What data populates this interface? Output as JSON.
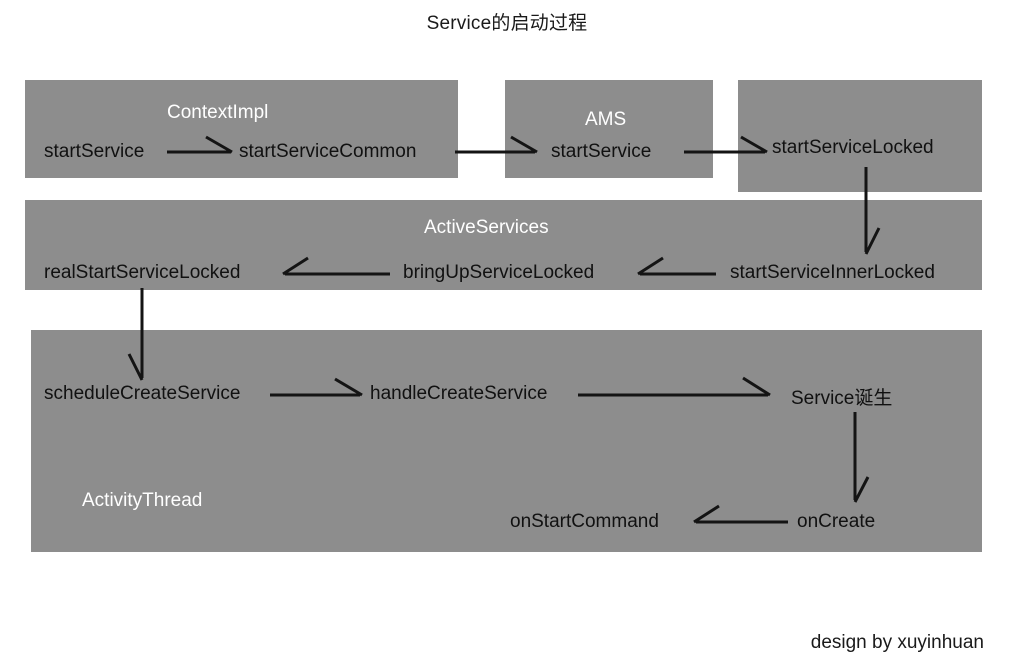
{
  "page": {
    "title": "Service的启动过程",
    "footer": "design by xuyinhuan",
    "background": "#ffffff",
    "box_color": "#8d8d8d",
    "box_title_color": "#ffffff",
    "node_text_color": "#111111",
    "arrow_color": "#141414"
  },
  "groups": [
    {
      "id": "contextimpl",
      "label": "ContextImpl"
    },
    {
      "id": "ams",
      "label": "AMS"
    },
    {
      "id": "startservicelocked_group",
      "label": ""
    },
    {
      "id": "activeservices",
      "label": "ActiveServices"
    },
    {
      "id": "activitythread",
      "label": "ActivityThread"
    }
  ],
  "nodes": [
    {
      "id": "startService",
      "label": "startService",
      "group": "contextimpl"
    },
    {
      "id": "startServiceCommon",
      "label": "startServiceCommon",
      "group": "contextimpl"
    },
    {
      "id": "amsStartService",
      "label": "startService",
      "group": "ams"
    },
    {
      "id": "startServiceLocked",
      "label": "startServiceLocked",
      "group": "startservicelocked_group"
    },
    {
      "id": "startServiceInnerLocked",
      "label": "startServiceInnerLocked",
      "group": "activeservices"
    },
    {
      "id": "bringUpServiceLocked",
      "label": "bringUpServiceLocked",
      "group": "activeservices"
    },
    {
      "id": "realStartServiceLocked",
      "label": "realStartServiceLocked",
      "group": "activeservices"
    },
    {
      "id": "scheduleCreateService",
      "label": "scheduleCreateService",
      "group": "activitythread"
    },
    {
      "id": "handleCreateService",
      "label": "handleCreateService",
      "group": "activitythread"
    },
    {
      "id": "serviceBorn",
      "label": "Service诞生",
      "group": "activitythread"
    },
    {
      "id": "onCreate",
      "label": "onCreate",
      "group": "activitythread"
    },
    {
      "id": "onStartCommand",
      "label": "onStartCommand",
      "group": "activitythread"
    }
  ],
  "edges": [
    {
      "from": "startService",
      "to": "startServiceCommon"
    },
    {
      "from": "startServiceCommon",
      "to": "amsStartService"
    },
    {
      "from": "amsStartService",
      "to": "startServiceLocked"
    },
    {
      "from": "startServiceLocked",
      "to": "startServiceInnerLocked"
    },
    {
      "from": "startServiceInnerLocked",
      "to": "bringUpServiceLocked"
    },
    {
      "from": "bringUpServiceLocked",
      "to": "realStartServiceLocked"
    },
    {
      "from": "realStartServiceLocked",
      "to": "scheduleCreateService"
    },
    {
      "from": "scheduleCreateService",
      "to": "handleCreateService"
    },
    {
      "from": "handleCreateService",
      "to": "serviceBorn"
    },
    {
      "from": "serviceBorn",
      "to": "onCreate"
    },
    {
      "from": "onCreate",
      "to": "onStartCommand"
    }
  ]
}
